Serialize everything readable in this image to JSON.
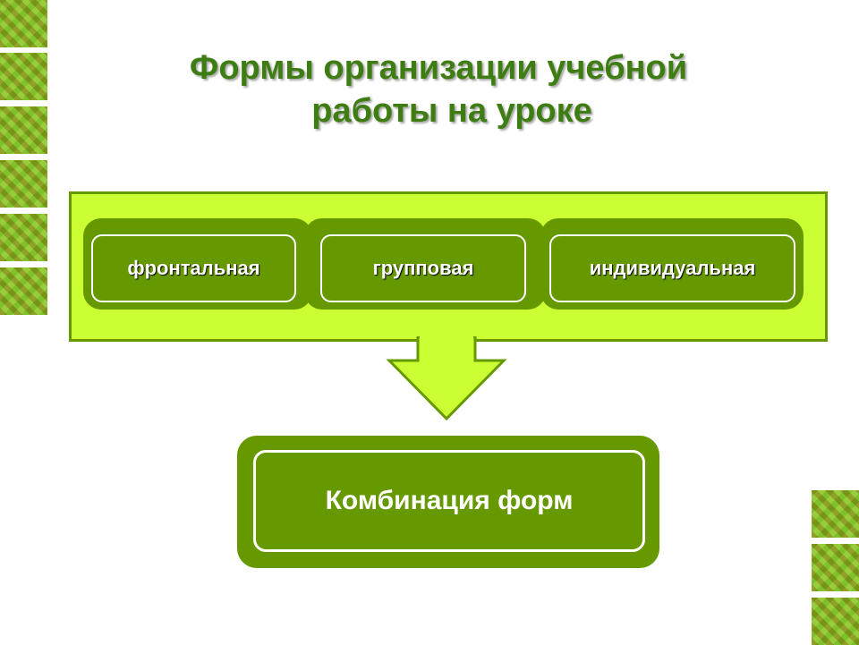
{
  "title": {
    "line1": "Формы организации учебной",
    "line2": "работы  на уроке"
  },
  "forms": [
    {
      "label": "фронтальная"
    },
    {
      "label": "групповая"
    },
    {
      "label": "индивидуальная"
    }
  ],
  "result": {
    "label": "Комбинация форм"
  },
  "colors": {
    "dark_green": "#669900",
    "lime": "#ccff33",
    "title": "#3e7d12"
  }
}
